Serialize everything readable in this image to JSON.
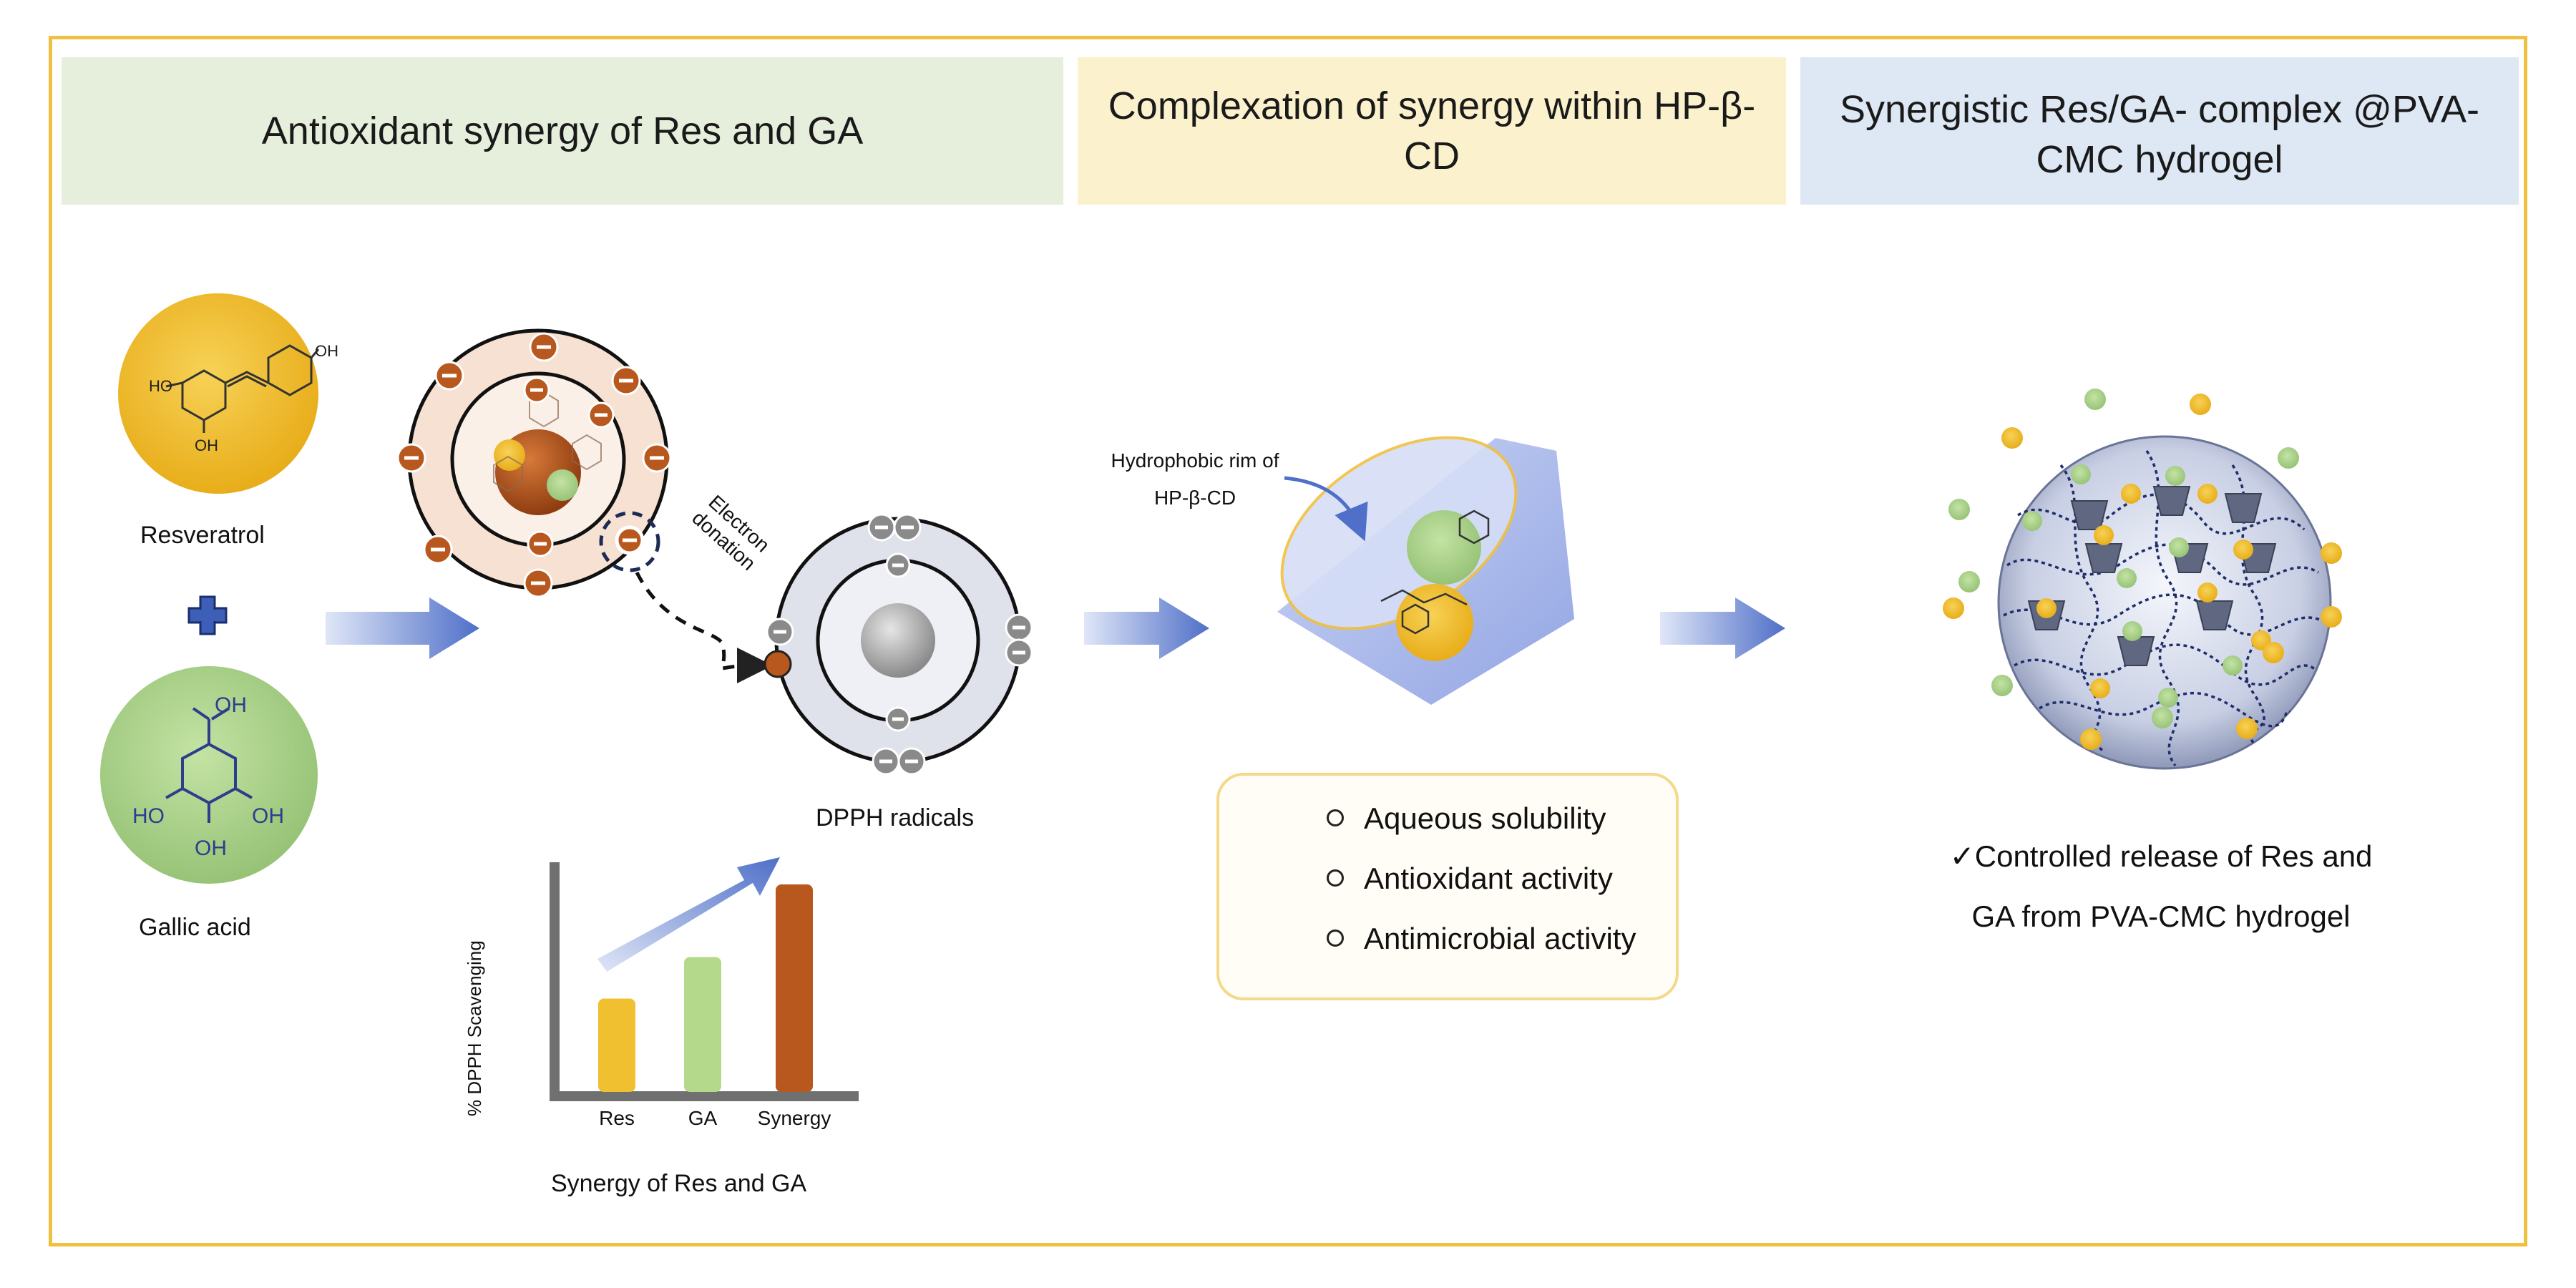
{
  "headers": {
    "h1": "Antioxidant synergy of Res and GA",
    "h2": "Complexation of synergy within HP-β-CD",
    "h3": "Synergistic Res/GA- complex @PVA-CMC hydrogel"
  },
  "labels": {
    "resveratrol": "Resveratrol",
    "gallic_acid": "Gallic acid",
    "electron_donation": "Electron donation",
    "dpph_radicals": "DPPH radicals",
    "hydrophobic_rim": "Hydrophobic rim of HP-β-CD",
    "synergy_caption": "Synergy of Res and GA"
  },
  "molecule_text": {
    "oh": "OH",
    "ho": "HO"
  },
  "benefits": [
    "Aqueous solubility",
    "Antioxidant activity",
    "Antimicrobial activity"
  ],
  "release_text": "✓Controlled release of Res and GA from PVA-CMC hydrogel",
  "chart_data": {
    "type": "bar",
    "categories": [
      "Res",
      "GA",
      "Synergy"
    ],
    "values": [
      45,
      65,
      100
    ],
    "ylabel": "% DPPH Scavenging",
    "xlabel": "",
    "title": "",
    "colors": [
      "#f0c030",
      "#b5d98a",
      "#b8581e"
    ]
  },
  "colors": {
    "border": "#f0c040",
    "resveratrol": "#f2bf2c",
    "gallic_acid": "#a8cf86",
    "synergy": "#b8581e",
    "arrow": "#5a78cc"
  }
}
